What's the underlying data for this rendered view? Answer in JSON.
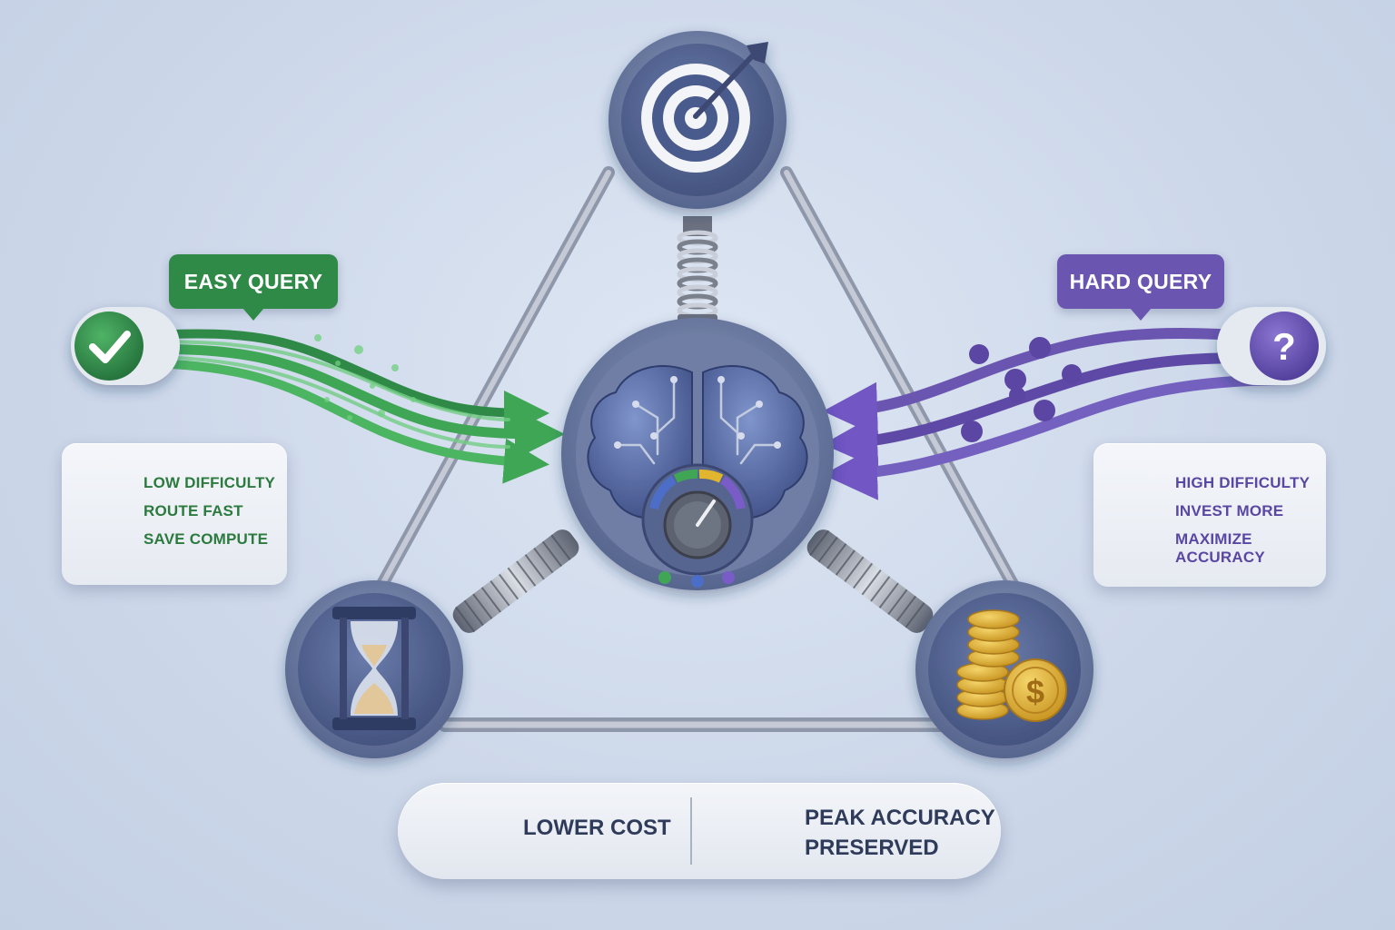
{
  "easy_query": {
    "tag": "EASY QUERY",
    "lines": [
      "LOW DIFFICULTY",
      "ROUTE FAST",
      "SAVE COMPUTE"
    ]
  },
  "hard_query": {
    "tag": "HARD QUERY",
    "lines": [
      "HIGH DIFFICULTY",
      "INVEST MORE",
      "MAXIMIZE ACCURACY"
    ]
  },
  "summary": {
    "lower_cost": "LOWER COST",
    "peak_accuracy_line1": "PEAK ACCURACY",
    "peak_accuracy_line2": "PRESERVED"
  },
  "nodes": {
    "top": "target-icon",
    "left": "hourglass-icon",
    "right": "coins-icon",
    "center": "brain-dial-icon"
  },
  "colors": {
    "easy_green": "#2f8a47",
    "hard_purple": "#6a55b0",
    "node_blue": "#4d5f8f",
    "background": "#cdd8ea"
  }
}
